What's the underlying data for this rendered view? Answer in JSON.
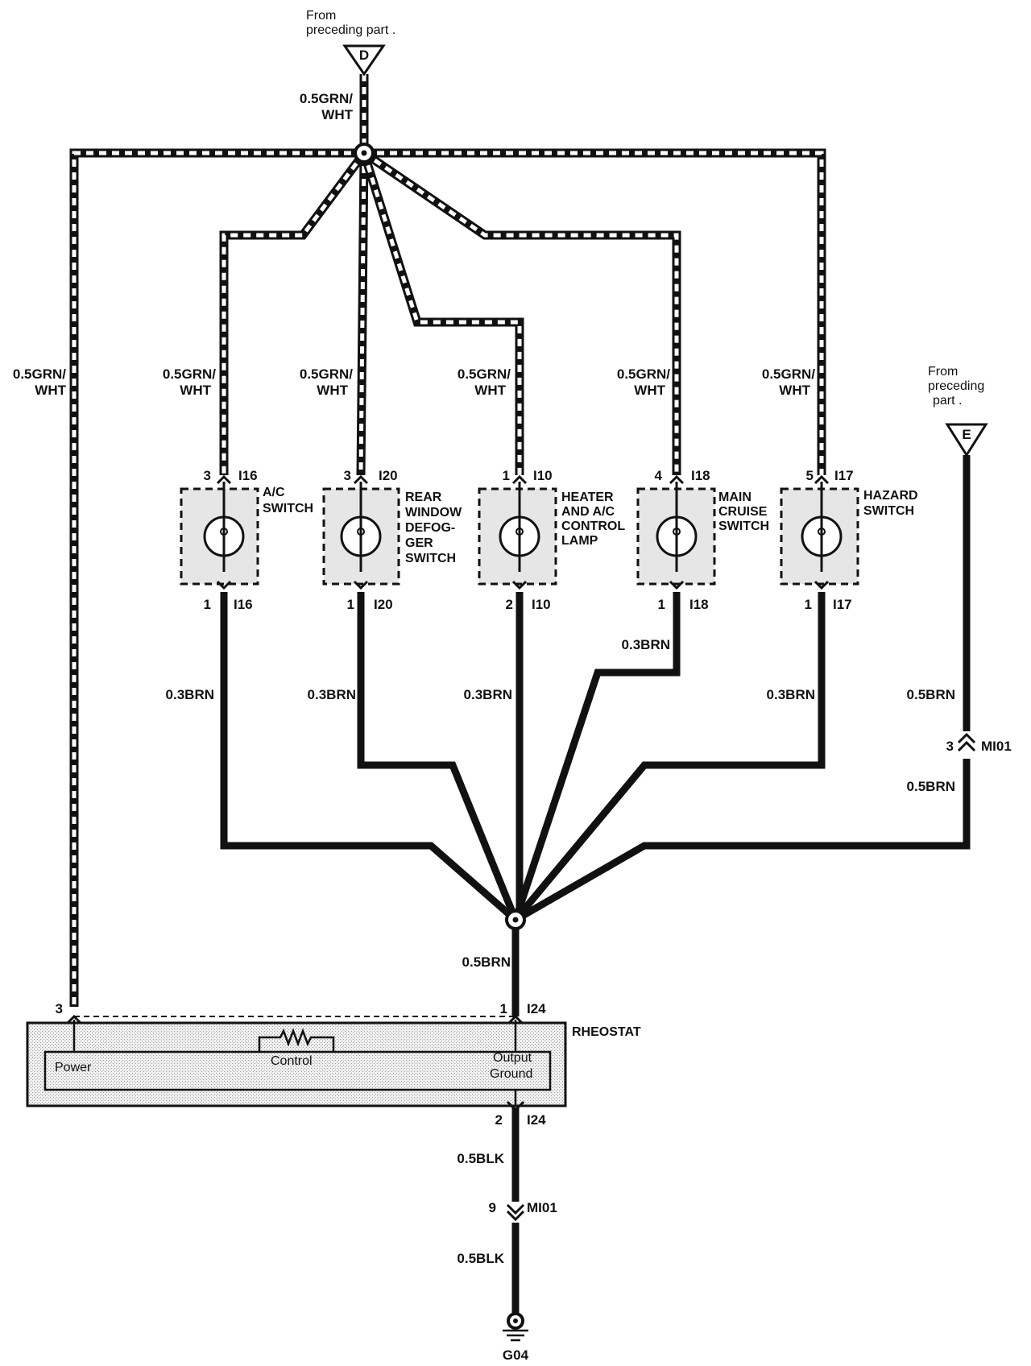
{
  "top_source": {
    "text_line1": "From",
    "text_line2": "preceding part .",
    "connector": "D"
  },
  "right_source": {
    "text_line1": "From",
    "text_line2": "preceding",
    "text_line3": "part .",
    "connector": "E"
  },
  "wire_labels": {
    "grn_line1": "0.5GRN/",
    "grn_line2": "WHT",
    "brn_thin": "0.3BRN",
    "brn": "0.5BRN",
    "blk": "0.5BLK"
  },
  "components": [
    {
      "name_lines": [
        "A/C",
        "SWITCH"
      ],
      "conn": "I16",
      "pin_top": "3",
      "pin_bottom": "1"
    },
    {
      "name_lines": [
        "REAR",
        "WINDOW",
        "DEFOG-",
        "GER",
        "SWITCH"
      ],
      "conn": "I20",
      "pin_top": "3",
      "pin_bottom": "1"
    },
    {
      "name_lines": [
        "HEATER",
        "AND A/C",
        "CONTROL",
        "LAMP"
      ],
      "conn": "I10",
      "pin_top": "1",
      "pin_bottom": "2"
    },
    {
      "name_lines": [
        "MAIN",
        "CRUISE",
        "SWITCH"
      ],
      "conn": "I18",
      "pin_top": "4",
      "pin_bottom": "1"
    },
    {
      "name_lines": [
        "HAZARD",
        "SWITCH"
      ],
      "conn": "I17",
      "pin_top": "5",
      "pin_bottom": "1"
    }
  ],
  "mi01_right": {
    "pin": "3",
    "conn": "MI01"
  },
  "rheostat": {
    "name": "RHEOSTAT",
    "pin_power": "3",
    "pin_output": "1",
    "pin_ground": "2",
    "conn": "I24",
    "power_label": "Power",
    "control_label": "Control",
    "output_label": "Output",
    "ground_label": "Ground"
  },
  "mi01_bottom": {
    "pin": "9",
    "conn": "MI01"
  },
  "ground": {
    "name": "G04"
  }
}
